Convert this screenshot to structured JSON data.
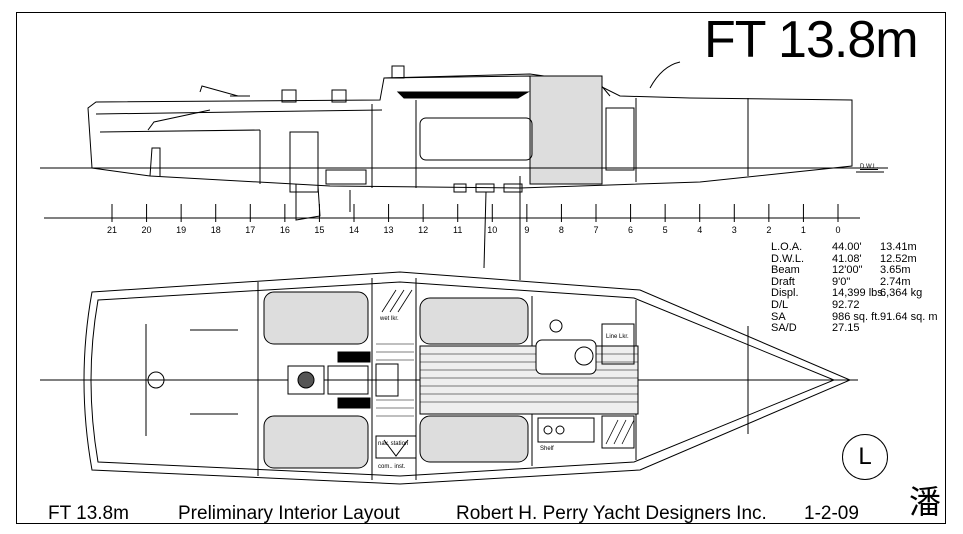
{
  "title": "FT 13.8m",
  "footer": {
    "design": "FT 13.8m",
    "description": "Preliminary Interior Layout",
    "designer": "Robert H. Perry Yacht Designers Inc.",
    "date": "1-2-09"
  },
  "specs": [
    {
      "label": "L.O.A.",
      "imperial": "44.00'",
      "metric": "13.41m"
    },
    {
      "label": "D.W.L.",
      "imperial": "41.08'",
      "metric": "12.52m"
    },
    {
      "label": "Beam",
      "imperial": "12'00\"",
      "metric": "3.65m"
    },
    {
      "label": "Draft",
      "imperial": "9'0\"",
      "metric": "2.74m"
    },
    {
      "label": "Displ.",
      "imperial": "14,399 lbs.",
      "metric": "6,364 kg"
    },
    {
      "label": "D/L",
      "imperial": "92.72",
      "metric": ""
    },
    {
      "label": "SA",
      "imperial": "986 sq. ft.",
      "metric": "91.64 sq. m"
    },
    {
      "label": "SA/D",
      "imperial": "27.15",
      "metric": ""
    }
  ],
  "stations": [
    "21",
    "20",
    "19",
    "18",
    "17",
    "16",
    "15",
    "14",
    "13",
    "12",
    "11",
    "10",
    "9",
    "8",
    "7",
    "6",
    "5",
    "4",
    "3",
    "2",
    "1",
    "0"
  ],
  "dwl_label": "D.W.L.",
  "plan_labels": {
    "wet_locker": "wet lkr.",
    "line_locker": "Line Lkr.",
    "nav_station": "nav. station",
    "comm_inst": "com.. inst.",
    "shelf": "Shelf"
  },
  "plan_code": "L",
  "chop_mark": "潘"
}
